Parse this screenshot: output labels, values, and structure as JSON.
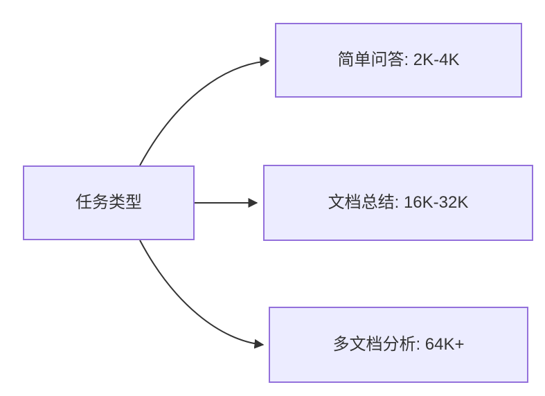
{
  "diagram": {
    "type": "flowchart",
    "direction": "left-to-right",
    "root": {
      "label": "任务类型"
    },
    "children": [
      {
        "label": "简单问答: 2K-4K"
      },
      {
        "label": "文档总结: 16K-32K"
      },
      {
        "label": "多文档分析: 64K+"
      }
    ],
    "edges": [
      {
        "from": "任务类型",
        "to": "简单问答: 2K-4K"
      },
      {
        "from": "任务类型",
        "to": "文档总结: 16K-32K"
      },
      {
        "from": "任务类型",
        "to": "多文档分析: 64K+"
      }
    ],
    "colors": {
      "node_fill": "#ECECFF",
      "node_border": "#9370DB",
      "edge_color": "#333333",
      "text_color": "#333333"
    }
  }
}
